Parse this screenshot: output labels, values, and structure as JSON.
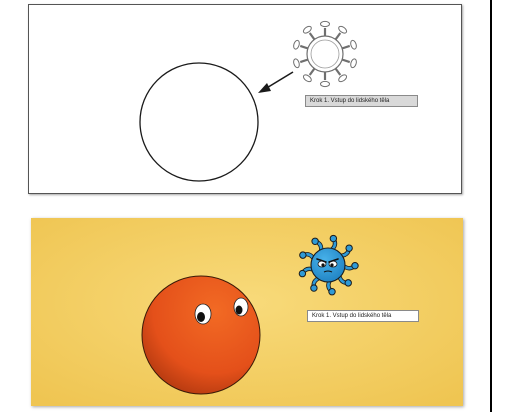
{
  "panels": {
    "top": {
      "caption": "Krok 1. Vstup do lidského těla",
      "style": "line-drawing"
    },
    "bottom": {
      "caption": "Krok 1. Vstup do lidského těla",
      "style": "colored-cartoon"
    }
  },
  "colors": {
    "bottom_background": "#f4cf62",
    "cell": "#e8541a",
    "virus": "#2f9ad6"
  },
  "icons": [
    "virus-outline-icon",
    "arrow-icon",
    "cell-outline-icon",
    "virus-cartoon-icon",
    "cell-cartoon-icon"
  ]
}
